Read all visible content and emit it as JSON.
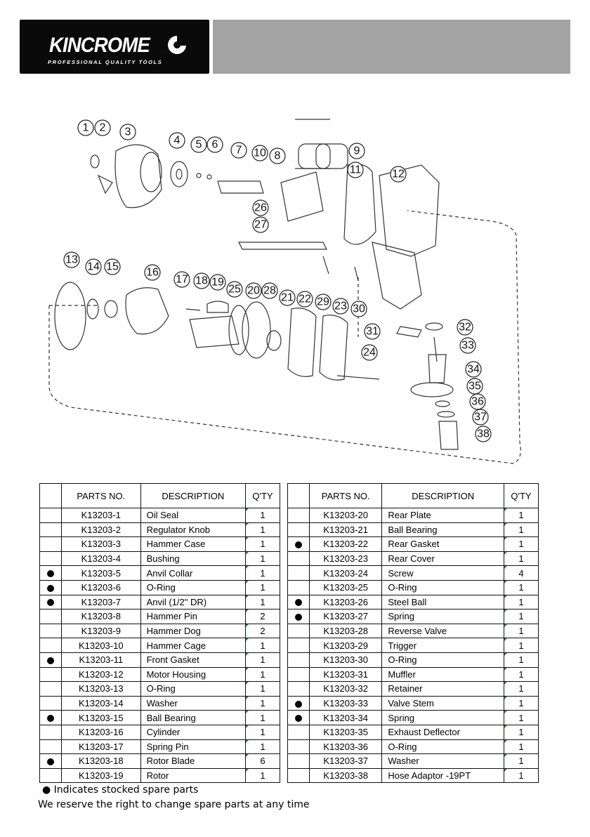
{
  "brand": {
    "name": "KINCROME",
    "tagline": "PROFESSIONAL QUALITY TOOLS"
  },
  "table_headers": {
    "parts_no": "PARTS NO.",
    "description": "DESCRIPTION",
    "qty": "Q'TY"
  },
  "parts_left": [
    {
      "stocked": false,
      "pn": "K13203-1",
      "desc": "Oil Seal",
      "qty": "1"
    },
    {
      "stocked": false,
      "pn": "K13203-2",
      "desc": "Regulator Knob",
      "qty": "1"
    },
    {
      "stocked": false,
      "pn": "K13203-3",
      "desc": "Hammer Case",
      "qty": "1"
    },
    {
      "stocked": false,
      "pn": "K13203-4",
      "desc": "Bushing",
      "qty": "1"
    },
    {
      "stocked": true,
      "pn": "K13203-5",
      "desc": "Anvil Collar",
      "qty": "1"
    },
    {
      "stocked": true,
      "pn": "K13203-6",
      "desc": "O-Ring",
      "qty": "1"
    },
    {
      "stocked": true,
      "pn": "K13203-7",
      "desc": "Anvil (1/2\" DR)",
      "qty": "1"
    },
    {
      "stocked": false,
      "pn": "K13203-8",
      "desc": "Hammer Pin",
      "qty": "2"
    },
    {
      "stocked": false,
      "pn": "K13203-9",
      "desc": "Hammer Dog",
      "qty": "2"
    },
    {
      "stocked": false,
      "pn": "K13203-10",
      "desc": "Hammer Cage",
      "qty": "1"
    },
    {
      "stocked": true,
      "pn": "K13203-11",
      "desc": "Front Gasket",
      "qty": "1"
    },
    {
      "stocked": false,
      "pn": "K13203-12",
      "desc": "Motor Housing",
      "qty": "1"
    },
    {
      "stocked": false,
      "pn": "K13203-13",
      "desc": "O-Ring",
      "qty": "1"
    },
    {
      "stocked": false,
      "pn": "K13203-14",
      "desc": "Washer",
      "qty": "1"
    },
    {
      "stocked": true,
      "pn": "K13203-15",
      "desc": "Ball Bearing",
      "qty": "1"
    },
    {
      "stocked": false,
      "pn": "K13203-16",
      "desc": "Cylinder",
      "qty": "1"
    },
    {
      "stocked": false,
      "pn": "K13203-17",
      "desc": "Spring Pin",
      "qty": "1"
    },
    {
      "stocked": true,
      "pn": "K13203-18",
      "desc": "Rotor Blade",
      "qty": "6"
    },
    {
      "stocked": false,
      "pn": "K13203-19",
      "desc": "Rotor",
      "qty": "1"
    }
  ],
  "parts_right": [
    {
      "stocked": false,
      "pn": "K13203-20",
      "desc": "Rear Plate",
      "qty": "1"
    },
    {
      "stocked": false,
      "pn": "K13203-21",
      "desc": "Ball Bearing",
      "qty": "1"
    },
    {
      "stocked": true,
      "pn": "K13203-22",
      "desc": "Rear Gasket",
      "qty": "1"
    },
    {
      "stocked": false,
      "pn": "K13203-23",
      "desc": "Rear Cover",
      "qty": "1"
    },
    {
      "stocked": false,
      "pn": "K13203-24",
      "desc": "Screw",
      "qty": "4"
    },
    {
      "stocked": false,
      "pn": "K13203-25",
      "desc": "O-Ring",
      "qty": "1"
    },
    {
      "stocked": true,
      "pn": "K13203-26",
      "desc": "Steel Ball",
      "qty": "1"
    },
    {
      "stocked": true,
      "pn": "K13203-27",
      "desc": "Spring",
      "qty": "1"
    },
    {
      "stocked": false,
      "pn": "K13203-28",
      "desc": "Reverse Valve",
      "qty": "1"
    },
    {
      "stocked": false,
      "pn": "K13203-29",
      "desc": "Trigger",
      "qty": "1"
    },
    {
      "stocked": false,
      "pn": "K13203-30",
      "desc": "O-Ring",
      "qty": "1"
    },
    {
      "stocked": false,
      "pn": "K13203-31",
      "desc": "Muffler",
      "qty": "1"
    },
    {
      "stocked": false,
      "pn": "K13203-32",
      "desc": "Retainer",
      "qty": "1"
    },
    {
      "stocked": true,
      "pn": "K13203-33",
      "desc": "Valve Stem",
      "qty": "1"
    },
    {
      "stocked": true,
      "pn": "K13203-34",
      "desc": "Spring",
      "qty": "1"
    },
    {
      "stocked": false,
      "pn": "K13203-35",
      "desc": "Exhaust Deflector",
      "qty": "1"
    },
    {
      "stocked": false,
      "pn": "K13203-36",
      "desc": "O-Ring",
      "qty": "1"
    },
    {
      "stocked": false,
      "pn": "K13203-37",
      "desc": "Washer",
      "qty": "1"
    },
    {
      "stocked": false,
      "pn": "K13203-38",
      "desc": "Hose Adaptor -19PT",
      "qty": "1"
    }
  ],
  "notes": {
    "stocked": "● Indicates stocked spare parts",
    "reserve": "We reserve the right to change spare parts at any time"
  },
  "callouts": [
    "1",
    "2",
    "3",
    "4",
    "5",
    "6",
    "7",
    "8",
    "9",
    "10",
    "11",
    "12",
    "13",
    "14",
    "15",
    "16",
    "17",
    "18",
    "19",
    "20",
    "21",
    "22",
    "23",
    "24",
    "25",
    "26",
    "27",
    "28",
    "29",
    "30",
    "31",
    "32",
    "33",
    "34",
    "35",
    "36",
    "37",
    "38"
  ]
}
